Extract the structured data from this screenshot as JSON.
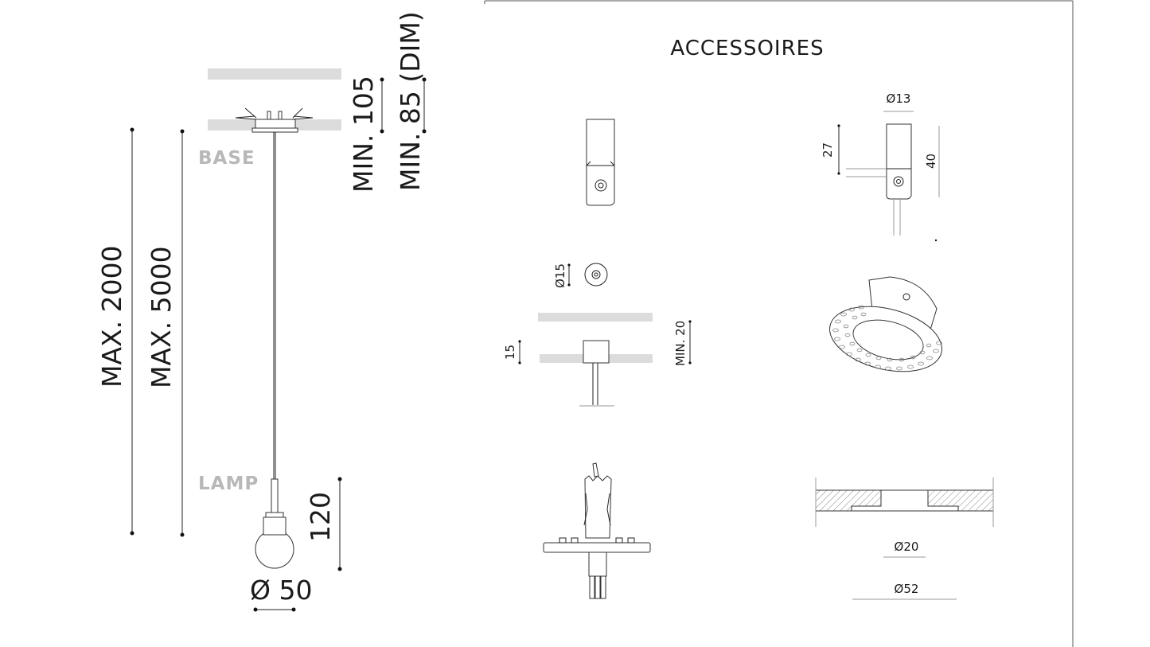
{
  "left_panel": {
    "labels": {
      "base": "BASE",
      "lamp": "LAMP"
    },
    "dimensions": {
      "max_2000": "MAX. 2000",
      "max_5000": "MAX. 5000",
      "min_105": "MIN. 105",
      "min_85_dim": "MIN. 85 (DIM)",
      "h_120": "120",
      "dia_50": "Ø 50"
    }
  },
  "right_panel": {
    "title": "ACCESSOIRES",
    "dimensions": {
      "d13": "Ø13",
      "h27": "27",
      "h40": "40",
      "d15": "Ø15",
      "h15": "15",
      "min20": "MIN. 20",
      "d20": "Ø20",
      "d52": "Ø52"
    }
  },
  "colors": {
    "ceiling_fill": "#dcdcdc",
    "label_grey": "#b8b8b8",
    "ink": "#1a1a1a"
  }
}
